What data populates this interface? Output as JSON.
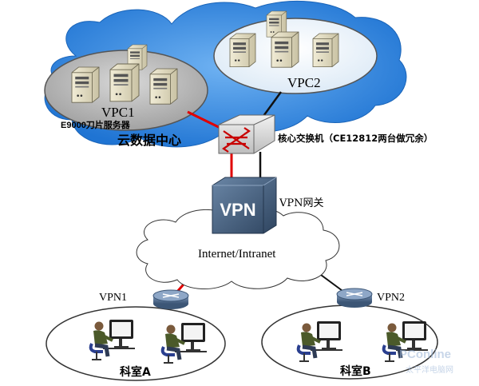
{
  "cloud_dc": {
    "label": "云数据中心",
    "vpc1": {
      "label": "VPC1",
      "sublabel": "E9000刀片服务器"
    },
    "vpc2": {
      "label": "VPC2"
    }
  },
  "core_switch": {
    "label": "核心交换机（CE12812两台做冗余）"
  },
  "vpn_gateway": {
    "label": "VPN网关",
    "box_text": "VPN"
  },
  "internet": {
    "label": "Internet/Intranet"
  },
  "vpn1": {
    "label": "VPN1"
  },
  "vpn2": {
    "label": "VPN2"
  },
  "office_a": {
    "label": "科室A"
  },
  "office_b": {
    "label": "科室B"
  },
  "watermark": {
    "line1": "PConline",
    "line2": "太平洋电脑网"
  },
  "colors": {
    "cloud_blue": "#2f86de",
    "ellipse_gray": "#c0c0c0",
    "red_link": "#e00000",
    "black_link": "#111111",
    "vpn_box": "#48627f"
  }
}
